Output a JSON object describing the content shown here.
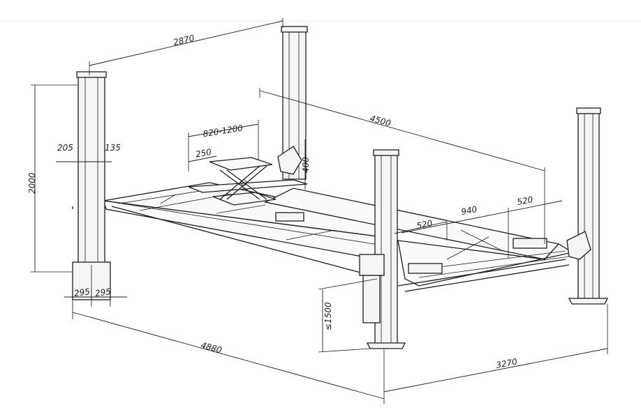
{
  "dimensions": {
    "overall_width_top": "2870",
    "height": "2000",
    "post_width": "205",
    "post_offset": "135",
    "jack_width": "820-1200",
    "jack_offset": "250",
    "jack_height": "400",
    "wheelbase": "4500",
    "front_940": "940",
    "front_520": "520",
    "side_520": "520",
    "base_left": "295",
    "base_right": "295",
    "overall_length": "4880",
    "overall_width_bottom": "3270",
    "lift_height": "≤1500"
  }
}
